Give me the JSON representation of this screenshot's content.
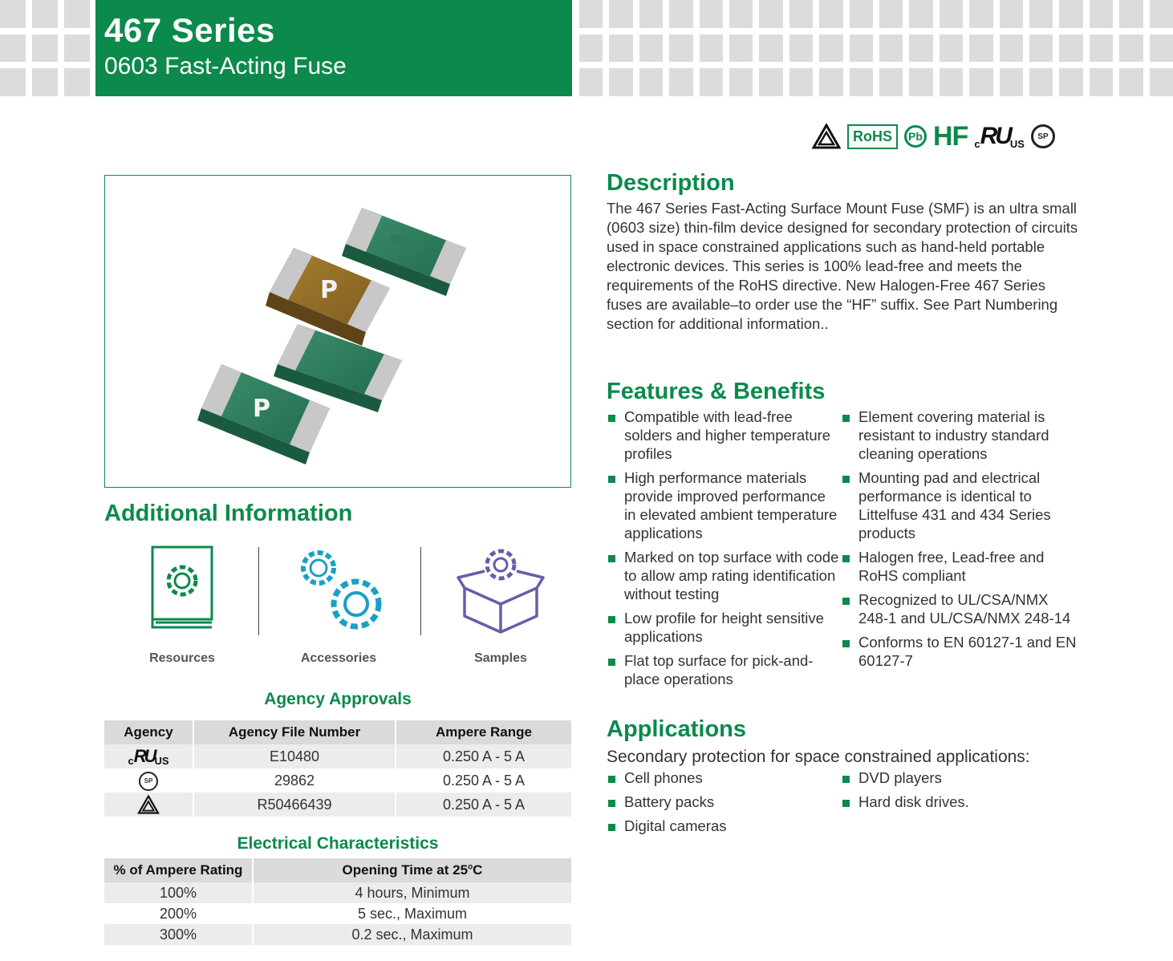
{
  "header": {
    "series": "467 Series",
    "product": "0603 Fast-Acting Fuse"
  },
  "certifications": [
    "triangle-mark-icon",
    "rohs-icon",
    "pb-free-icon",
    "hf-icon",
    "cul-us-icon",
    "csa-icon"
  ],
  "cert_text": {
    "rohs": "RoHS",
    "pb": "Pb",
    "hf": "HF",
    "ul_c": "c",
    "ul_mark": "RU",
    "ul_us": "US",
    "csa": "SP"
  },
  "colors": {
    "brand_green": "#0b8a4c",
    "teal_icon": "#1aa0c4",
    "purple_icon": "#6b5ba8",
    "table_header": "#dadada",
    "table_alt": "#ececec"
  },
  "photo": {
    "chip_mark": "P"
  },
  "additional_information": {
    "heading": "Additional Information",
    "items": [
      {
        "label": "Resources",
        "icon": "book-gear-icon"
      },
      {
        "label": "Accessories",
        "icon": "gears-icon"
      },
      {
        "label": "Samples",
        "icon": "box-gear-icon"
      }
    ]
  },
  "agency_approvals": {
    "heading": "Agency Approvals",
    "columns": [
      "Agency",
      "Agency File Number",
      "Ampere Range"
    ],
    "rows": [
      {
        "agency_icon": "cul-us-icon",
        "file_number": "E10480",
        "ampere_range": "0.250 A - 5 A"
      },
      {
        "agency_icon": "csa-icon",
        "file_number": "29862",
        "ampere_range": "0.250 A - 5 A"
      },
      {
        "agency_icon": "triangle-mark-icon",
        "file_number": "R50466439",
        "ampere_range": "0.250 A - 5 A"
      }
    ]
  },
  "electrical_characteristics": {
    "heading": "Electrical Characteristics",
    "columns": [
      "% of Ampere Rating",
      "Opening Time at 25",
      "o",
      "C"
    ],
    "rows": [
      {
        "rating": "100%",
        "opening_time": "4 hours, Minimum"
      },
      {
        "rating": "200%",
        "opening_time": "5 sec., Maximum"
      },
      {
        "rating": "300%",
        "opening_time": "0.2 sec., Maximum"
      }
    ]
  },
  "description": {
    "heading": "Description",
    "text": "The 467 Series Fast-Acting Surface Mount Fuse (SMF) is an ultra small (0603 size) thin-film device designed for secondary protection of circuits used in space constrained applications such as hand-held portable electronic devices. This series is 100% lead-free and meets the requirements of the RoHS directive. New Halogen-Free 467 Series fuses are available–to order use the “HF” suffix. See Part Numbering section for additional information.."
  },
  "features": {
    "heading": "Features & Benefits",
    "left": [
      "Compatible with lead-free solders and higher temperature profiles",
      "High performance materials provide improved performance in elevated ambient temperature applications",
      "Marked on top surface with code to allow amp rating identification without testing",
      "Low profile for height sensitive applications",
      "Flat top surface for pick-and-place operations"
    ],
    "right": [
      "Element covering material is resistant to industry standard cleaning operations",
      "Mounting pad and electrical performance is identical to Littelfuse 431 and 434 Series products",
      "Halogen free, Lead-free and RoHS compliant",
      "Recognized to UL/CSA/NMX 248-1 and UL/CSA/NMX 248-14",
      "Conforms to EN 60127-1 and EN 60127-7"
    ]
  },
  "applications": {
    "heading": "Applications",
    "intro": "Secondary protection for space constrained applications:",
    "left": [
      "Cell phones",
      "Battery packs",
      "Digital cameras"
    ],
    "right": [
      "DVD players",
      "Hard disk drives."
    ]
  }
}
